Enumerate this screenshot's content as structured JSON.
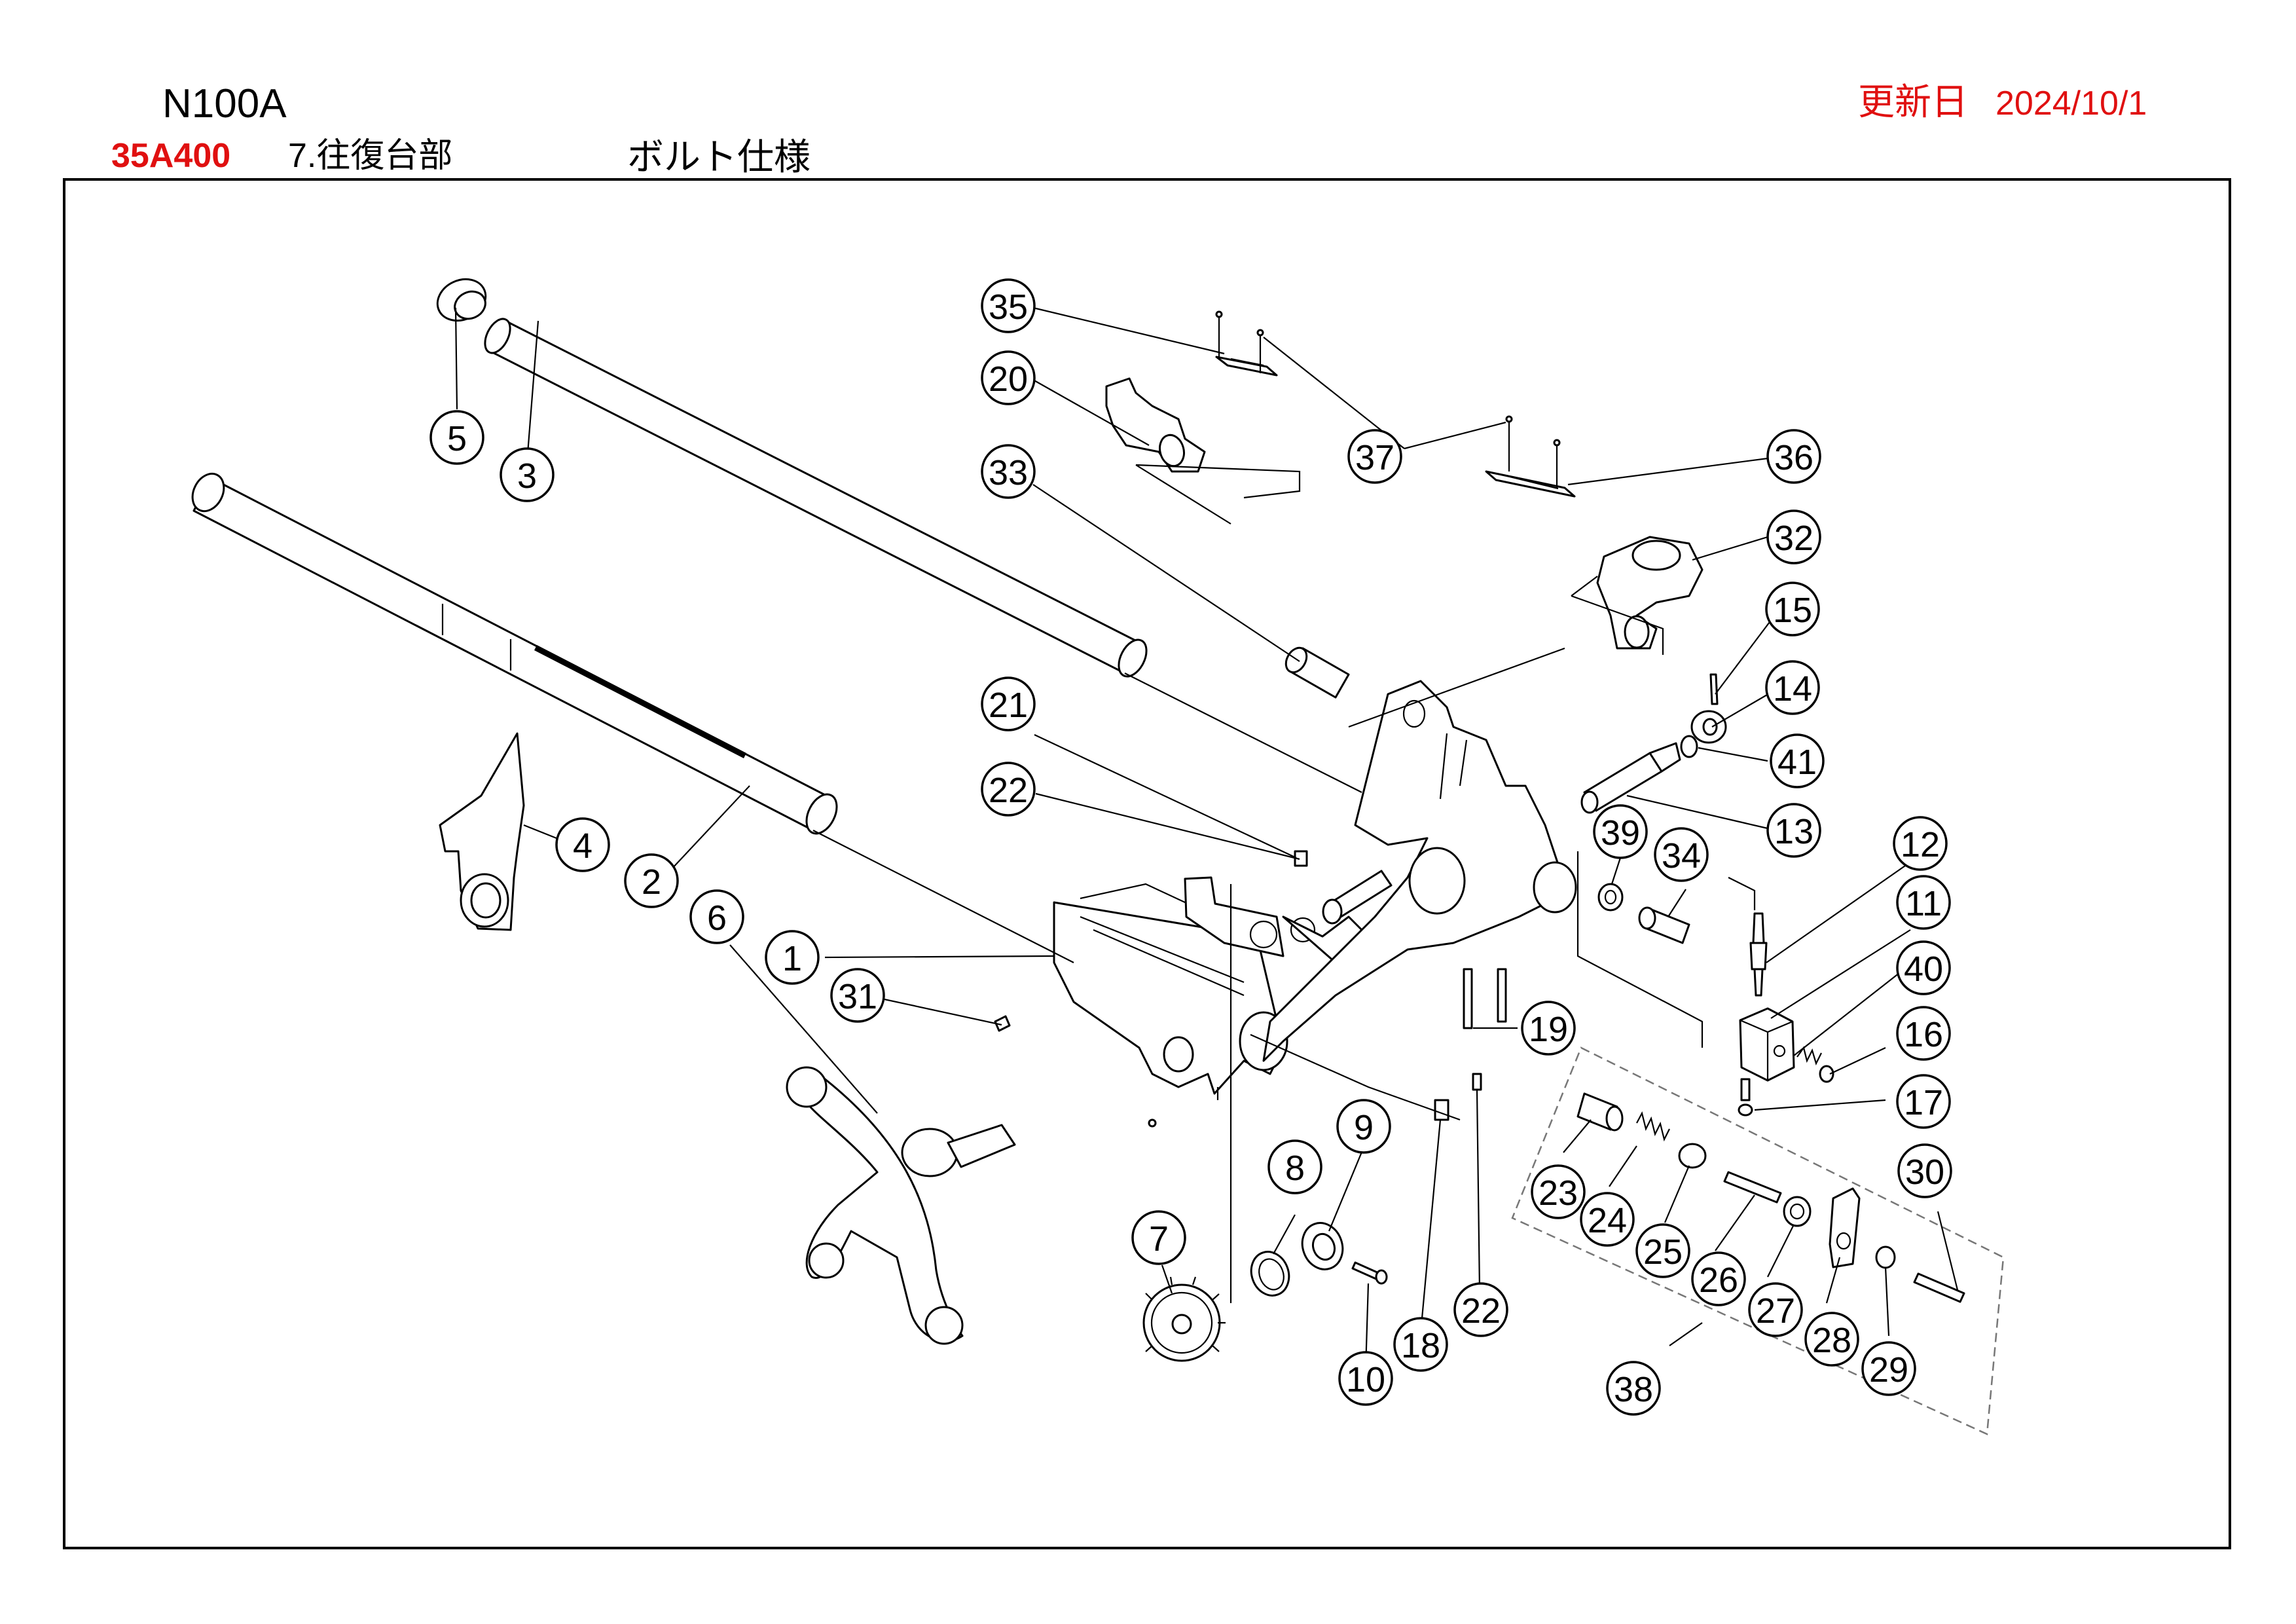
{
  "header": {
    "model": "N100A",
    "part_number": "35A400",
    "section": "7.往復台部",
    "spec": "ボルト仕様",
    "updated_label": "更新日",
    "updated_date": "2024/10/1"
  },
  "colors": {
    "accent_red": "#e01010",
    "line": "#000000"
  },
  "callouts": [
    {
      "id": "c1",
      "label": "1"
    },
    {
      "id": "c2",
      "label": "2"
    },
    {
      "id": "c3",
      "label": "3"
    },
    {
      "id": "c4",
      "label": "4"
    },
    {
      "id": "c5",
      "label": "5"
    },
    {
      "id": "c6",
      "label": "6"
    },
    {
      "id": "c7",
      "label": "7"
    },
    {
      "id": "c8",
      "label": "8"
    },
    {
      "id": "c9",
      "label": "9"
    },
    {
      "id": "c10",
      "label": "10"
    },
    {
      "id": "c11",
      "label": "11"
    },
    {
      "id": "c12",
      "label": "12"
    },
    {
      "id": "c13",
      "label": "13"
    },
    {
      "id": "c14",
      "label": "14"
    },
    {
      "id": "c15",
      "label": "15"
    },
    {
      "id": "c16",
      "label": "16"
    },
    {
      "id": "c17",
      "label": "17"
    },
    {
      "id": "c18",
      "label": "18"
    },
    {
      "id": "c19",
      "label": "19"
    },
    {
      "id": "c20",
      "label": "20"
    },
    {
      "id": "c21",
      "label": "21"
    },
    {
      "id": "c22a",
      "label": "22"
    },
    {
      "id": "c22b",
      "label": "22"
    },
    {
      "id": "c23",
      "label": "23"
    },
    {
      "id": "c24",
      "label": "24"
    },
    {
      "id": "c25",
      "label": "25"
    },
    {
      "id": "c26",
      "label": "26"
    },
    {
      "id": "c27",
      "label": "27"
    },
    {
      "id": "c28",
      "label": "28"
    },
    {
      "id": "c29",
      "label": "29"
    },
    {
      "id": "c30",
      "label": "30"
    },
    {
      "id": "c31",
      "label": "31"
    },
    {
      "id": "c32",
      "label": "32"
    },
    {
      "id": "c33",
      "label": "33"
    },
    {
      "id": "c34",
      "label": "34"
    },
    {
      "id": "c35",
      "label": "35"
    },
    {
      "id": "c36",
      "label": "36"
    },
    {
      "id": "c37",
      "label": "37"
    },
    {
      "id": "c38",
      "label": "38"
    },
    {
      "id": "c39",
      "label": "39"
    },
    {
      "id": "c40",
      "label": "40"
    },
    {
      "id": "c41",
      "label": "41"
    }
  ]
}
